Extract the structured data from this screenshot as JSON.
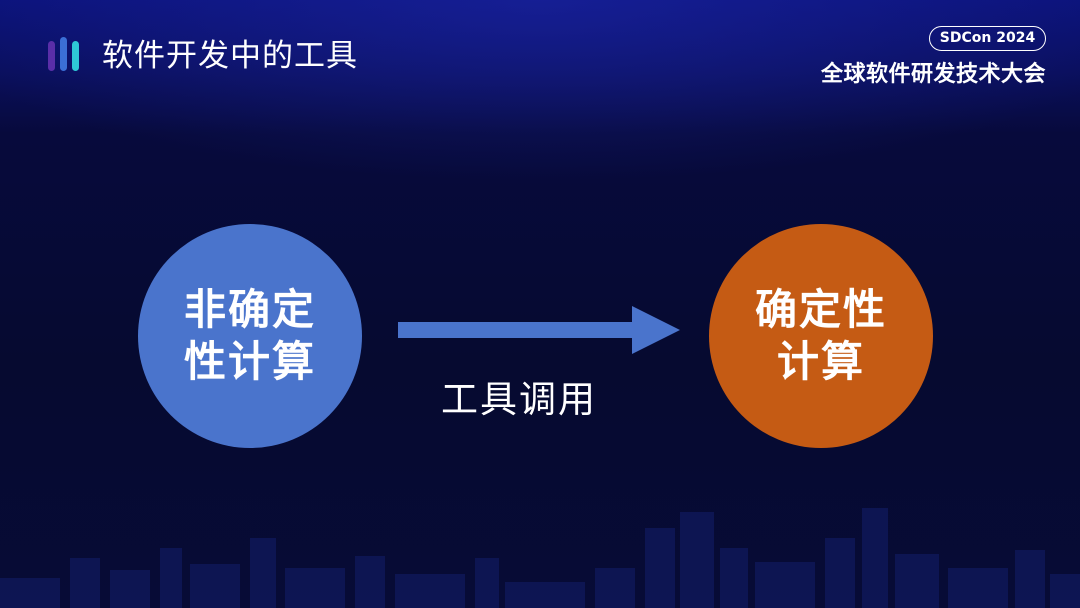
{
  "header": {
    "title": "软件开发中的工具",
    "logo_icon": "bars-logo-icon",
    "logo_colors": [
      "#5a2ea8",
      "#3b6fd6",
      "#2ec9d6"
    ]
  },
  "conference": {
    "badge": "SDCon 2024",
    "name": "全球软件研发技术大会"
  },
  "diagram": {
    "left_node": {
      "label": "非确定性计算",
      "color": "#4a74cc"
    },
    "right_node": {
      "label": "确定性计算",
      "color": "#c55b14"
    },
    "edge": {
      "label": "工具调用",
      "color": "#4a74cc",
      "icon": "right-arrow-icon"
    }
  },
  "colors": {
    "background": "#070a3a",
    "text": "#ffffff"
  }
}
